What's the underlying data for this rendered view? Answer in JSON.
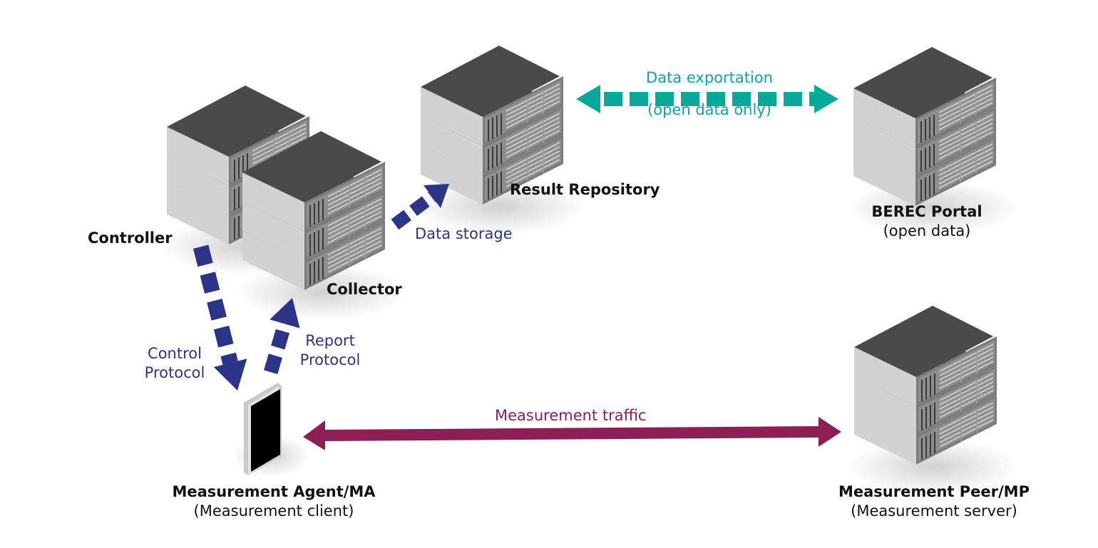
{
  "colors": {
    "protocol_arrow": "#2b3486",
    "export_arrow": "#0aa89a",
    "traffic_arrow": "#8c1f55",
    "server_top": "#4a4a4a",
    "server_side": "#d2d2d2",
    "server_front": "#8a8a8a",
    "device_screen": "#000000"
  },
  "nodes": {
    "controller": {
      "title": "Controller",
      "icon": "server-stack-icon"
    },
    "collector": {
      "title": "Collector",
      "icon": "server-stack-icon"
    },
    "result_repository": {
      "title": "Result Repository",
      "icon": "server-stack-icon"
    },
    "berec_portal": {
      "title": "BEREC Portal",
      "subtitle": "(open data)",
      "icon": "server-stack-icon"
    },
    "measurement_agent": {
      "title": "Measurement Agent/MA",
      "subtitle": "(Measurement client)",
      "icon": "mobile-device-icon"
    },
    "measurement_peer": {
      "title": "Measurement Peer/MP",
      "subtitle": "(Measurement server)",
      "icon": "server-stack-icon"
    }
  },
  "edges": {
    "control_protocol": {
      "line1": "Control",
      "line2": "Protocol",
      "from": "Controller",
      "to": "Measurement Agent/MA",
      "style": "dashed"
    },
    "report_protocol": {
      "line1": "Report",
      "line2": "Protocol",
      "from": "Measurement Agent/MA",
      "to": "Collector",
      "style": "dashed"
    },
    "data_storage": {
      "label": "Data storage",
      "from": "Collector",
      "to": "Result Repository",
      "style": "dashed"
    },
    "data_exportation": {
      "line1": "Data exportation",
      "line2": "(open data only)",
      "from": "Result Repository",
      "to": "BEREC Portal",
      "style": "dashed-bidirectional"
    },
    "measurement_traffic": {
      "label": "Measurement traffic",
      "from": "Measurement Agent/MA",
      "to": "Measurement Peer/MP",
      "style": "solid-bidirectional"
    }
  }
}
